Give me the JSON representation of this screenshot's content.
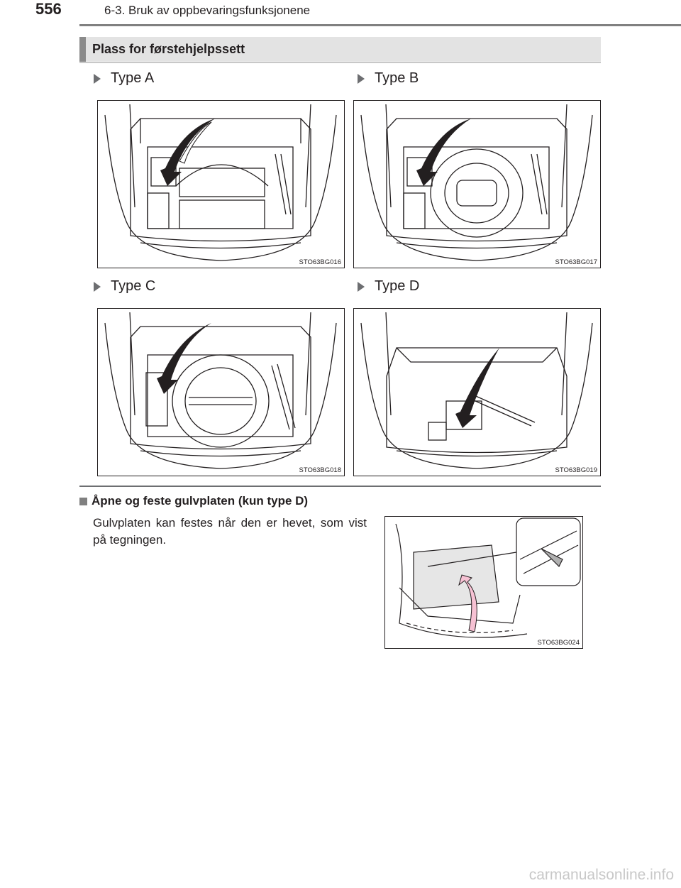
{
  "header": {
    "page_number": "556",
    "running_head": "6-3. Bruk av oppbevaringsfunksjonene"
  },
  "section": {
    "title": "Plass for førstehjelpssett"
  },
  "figures": [
    {
      "label": "Type A",
      "code": "STO63BG016"
    },
    {
      "label": "Type B",
      "code": "STO63BG017"
    },
    {
      "label": "Type C",
      "code": "STO63BG018"
    },
    {
      "label": "Type D",
      "code": "STO63BG019"
    }
  ],
  "subsection": {
    "heading": "Åpne og feste gulvplaten (kun type D)",
    "body": "Gulvplaten kan festes når den er hevet, som vist på tegningen.",
    "figure_code": "STO63BG024"
  },
  "watermark": "carmanualsonline.info"
}
